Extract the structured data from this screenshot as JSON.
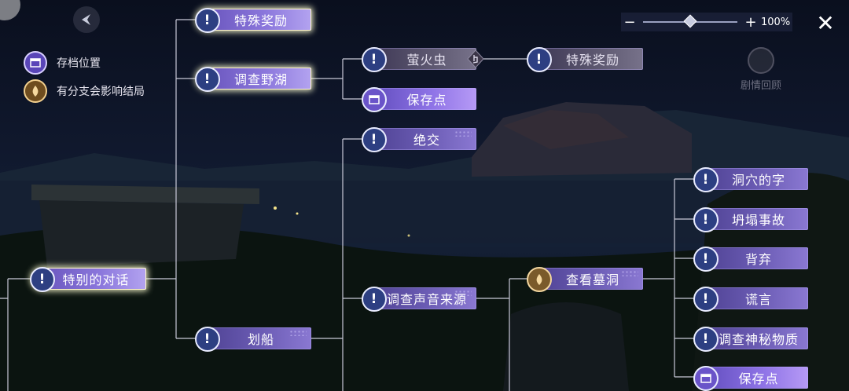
{
  "legend": {
    "save_label": "存档位置",
    "branch_label": "有分支会影响结局"
  },
  "zoom": {
    "minus": "−",
    "plus": "+",
    "value_label": "100%",
    "level": 0.5
  },
  "close_symbol": "✕",
  "recap_label": "剧情回顾",
  "icons": {
    "back": "back-arrow-icon",
    "normal": "exclamation-icon",
    "save": "save-point-icon",
    "branch": "branch-flame-icon",
    "close": "close-icon",
    "recap": "story-recap-icon"
  },
  "colors": {
    "node": "#6a5bb3",
    "node_glow": "#fff6c8",
    "node_dim": "#5d5870",
    "badge": "#2d3f82",
    "branch": "#f2cf8e",
    "line": "#c9c9d8"
  },
  "nodes": {
    "special_reward_top": "特殊奖励",
    "investigate_lake": "调查野湖",
    "firefly": "萤火虫",
    "special_reward_right": "特殊奖励",
    "save_point_top": "保存点",
    "break_up": "绝交",
    "special_talk": "特别的对话",
    "investigate_sound": "调查声音来源",
    "rowing": "划船",
    "check_tomb": "查看墓洞",
    "cave_words": "洞穴的字",
    "collapse": "坍塌事故",
    "betray": "背弃",
    "lie": "谎言",
    "mystery_substance": "调查神秘物质",
    "save_point_bottom": "保存点"
  },
  "badge_glyph": "!"
}
